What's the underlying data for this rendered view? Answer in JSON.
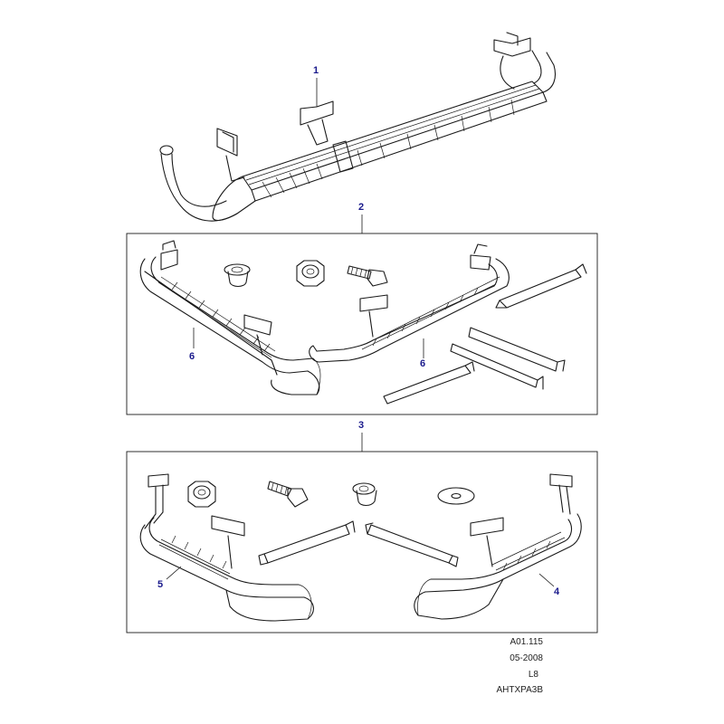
{
  "callouts": {
    "c1": "1",
    "c2": "2",
    "c3": "3",
    "c4": "4",
    "c5": "5",
    "c6a": "6",
    "c6b": "6"
  },
  "meta": {
    "ref": "A01.115",
    "date": "05-2008",
    "model": "L8",
    "code": "AHTXPA3B"
  },
  "colors": {
    "line": "#1a1a1a",
    "callout": "#1a1a8c",
    "background": "#ffffff"
  }
}
